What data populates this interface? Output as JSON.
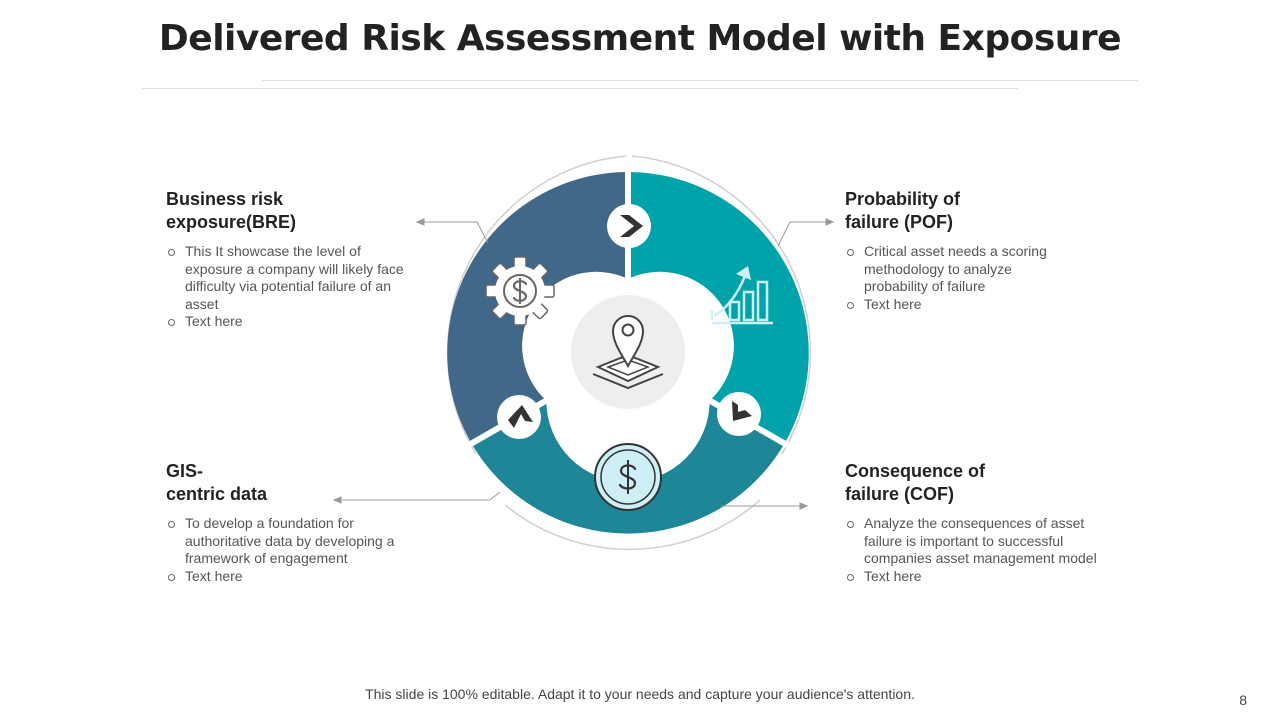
{
  "slide": {
    "title": "Delivered Risk Assessment Model with Exposure",
    "footer": "This slide is 100% editable. Adapt it to your needs and capture your audience's attention.",
    "page_number": "8"
  },
  "segments": {
    "bre": {
      "title_lines": [
        "Business risk",
        "exposure(BRE)"
      ],
      "bullets": [
        "This It showcase the level of exposure a company will likely face difficulty via potential failure of an asset",
        "Text here"
      ],
      "color": "#416789",
      "icon": "gear-dollar-icon"
    },
    "pof": {
      "title_lines": [
        "Probability of",
        "failure (POF)"
      ],
      "bullets": [
        "Critical asset needs a scoring methodology to analyze probability of failure",
        "Text here"
      ],
      "color": "#00A3AA",
      "icon": "growth-chart-icon"
    },
    "gis": {
      "title_lines": [
        "GIS-",
        "centric data"
      ],
      "bullets": [
        "To develop a foundation for authoritative data by developing a framework of engagement",
        "Text here"
      ],
      "color": "#1E8697",
      "icon": "dollar-coin-icon"
    },
    "cof": {
      "title_lines": [
        "Consequence of",
        "failure (COF)"
      ],
      "bullets": [
        "Analyze the consequences of asset failure is important to successful companies asset management model",
        "Text here"
      ],
      "color": "#1E8697"
    }
  },
  "center": {
    "icon": "location-pin-map-icon"
  },
  "colors": {
    "accent_light": "#CDEFF5",
    "icon_dark": "#333333",
    "rule": "#dcdcdc"
  }
}
